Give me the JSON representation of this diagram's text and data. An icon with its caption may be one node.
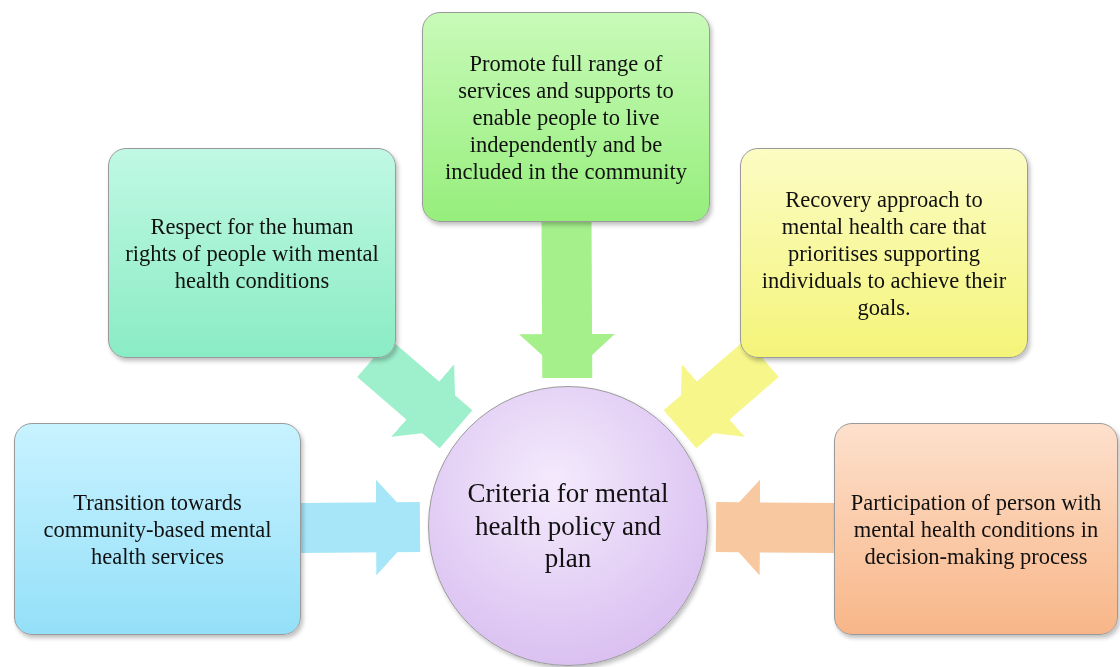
{
  "diagram": {
    "nodes": [
      {
        "text": [
          "Promote full range of services and supports to enable people to live independently and be included in the community"
        ]
      },
      {
        "text": [
          "Respect for the human rights of people with mental health conditions"
        ]
      },
      {
        "text": [
          "Recovery approach to mental health care that prioritises supporting individuals to achieve their goals."
        ]
      },
      {
        "text": [
          "Transition towards community-based mental health services"
        ]
      },
      {
        "text": [
          "Criteria for mental health policy and plan"
        ]
      },
      {
        "text": [
          "Participation of person with mental health conditions in decision-making process"
        ]
      }
    ],
    "edges": [
      {
        "from": 0,
        "to": 4,
        "arrow": "to",
        "color": "#a6f08c"
      },
      {
        "from": 1,
        "to": 4,
        "arrow": "to",
        "color": "#9ef0cc"
      },
      {
        "from": 2,
        "to": 4,
        "arrow": "to",
        "color": "#f6f68a"
      },
      {
        "from": 3,
        "to": 4,
        "arrow": "to",
        "color": "#a6e6f8"
      },
      {
        "from": 5,
        "to": 4,
        "arrow": "to",
        "color": "#f8c8a0"
      }
    ]
  }
}
